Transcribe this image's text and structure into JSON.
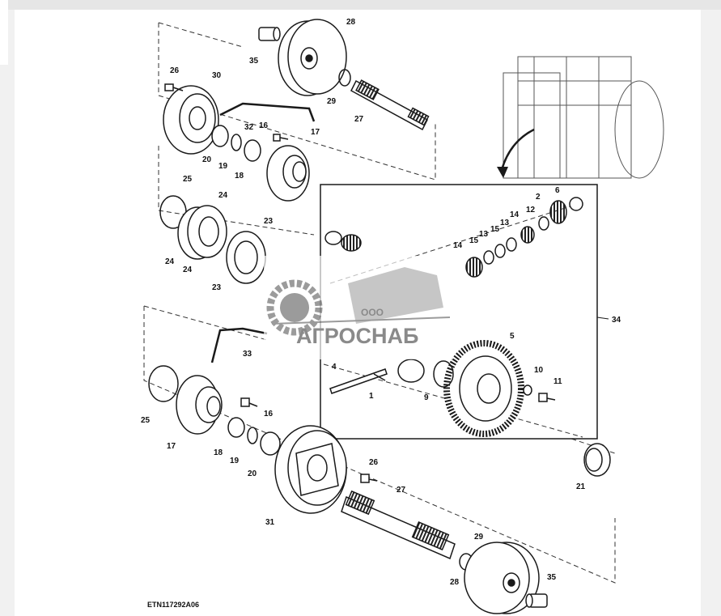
{
  "figure": {
    "id": "ETN117292A06",
    "callouts": {
      "c1": "1",
      "c2": "2",
      "c4": "4",
      "c5": "5",
      "c6": "6",
      "c9": "9",
      "c10": "10",
      "c11": "11",
      "c12": "12",
      "c13a": "13",
      "c13b": "13",
      "c14a": "14",
      "c14b": "14",
      "c15a": "15",
      "c15b": "15",
      "c16a": "16",
      "c16b": "16",
      "c17a": "17",
      "c17b": "17",
      "c18a": "18",
      "c18b": "18",
      "c19a": "19",
      "c19b": "19",
      "c20a": "20",
      "c20b": "20",
      "c21": "21",
      "c23a": "23",
      "c23b": "23",
      "c24a": "24",
      "c24b": "24",
      "c24c": "24",
      "c25a": "25",
      "c25b": "25",
      "c26a": "26",
      "c26b": "26",
      "c27a": "27",
      "c27b": "27",
      "c28a": "28",
      "c28b": "28",
      "c29a": "29",
      "c29b": "29",
      "c30": "30",
      "c31": "31",
      "c32": "32",
      "c33": "33",
      "c34": "34",
      "c35a": "35",
      "c35b": "35"
    }
  },
  "watermark": {
    "company_type": "ООО",
    "brand": "АГРОСНАБ"
  },
  "colors": {
    "line": "#1a1a1a",
    "watermark_gray": "#8a8a8a",
    "background": "#ffffff"
  }
}
